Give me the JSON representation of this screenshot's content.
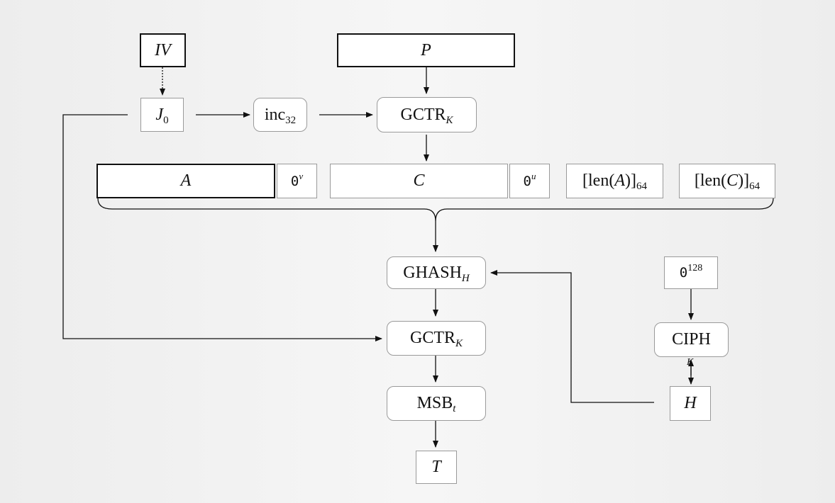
{
  "boxes": {
    "iv": "IV",
    "p": "P",
    "j0": {
      "main": "J",
      "sub": "0"
    },
    "inc32": {
      "main": "inc",
      "sub": "32"
    },
    "gctr1": {
      "main": "GCTR",
      "sub": "K"
    },
    "a": "A",
    "zero_v": {
      "main": "0",
      "sup": "v"
    },
    "c": "C",
    "zero_u": {
      "main": "0",
      "sup": "u"
    },
    "lenA": {
      "main": "[len(",
      "var": "A",
      "close": ")]",
      "sub": "64"
    },
    "lenC": {
      "main": "[len(",
      "var": "C",
      "close": ")]",
      "sub": "64"
    },
    "ghash": {
      "main": "GHASH",
      "sub": "H"
    },
    "zero128": {
      "main": "0",
      "sup": "128"
    },
    "gctr2": {
      "main": "GCTR",
      "sub": "K"
    },
    "ciph": "CIPH",
    "key_label": "K",
    "msb": {
      "main": "MSB",
      "sub": "t"
    },
    "h": "H",
    "t": "T"
  }
}
